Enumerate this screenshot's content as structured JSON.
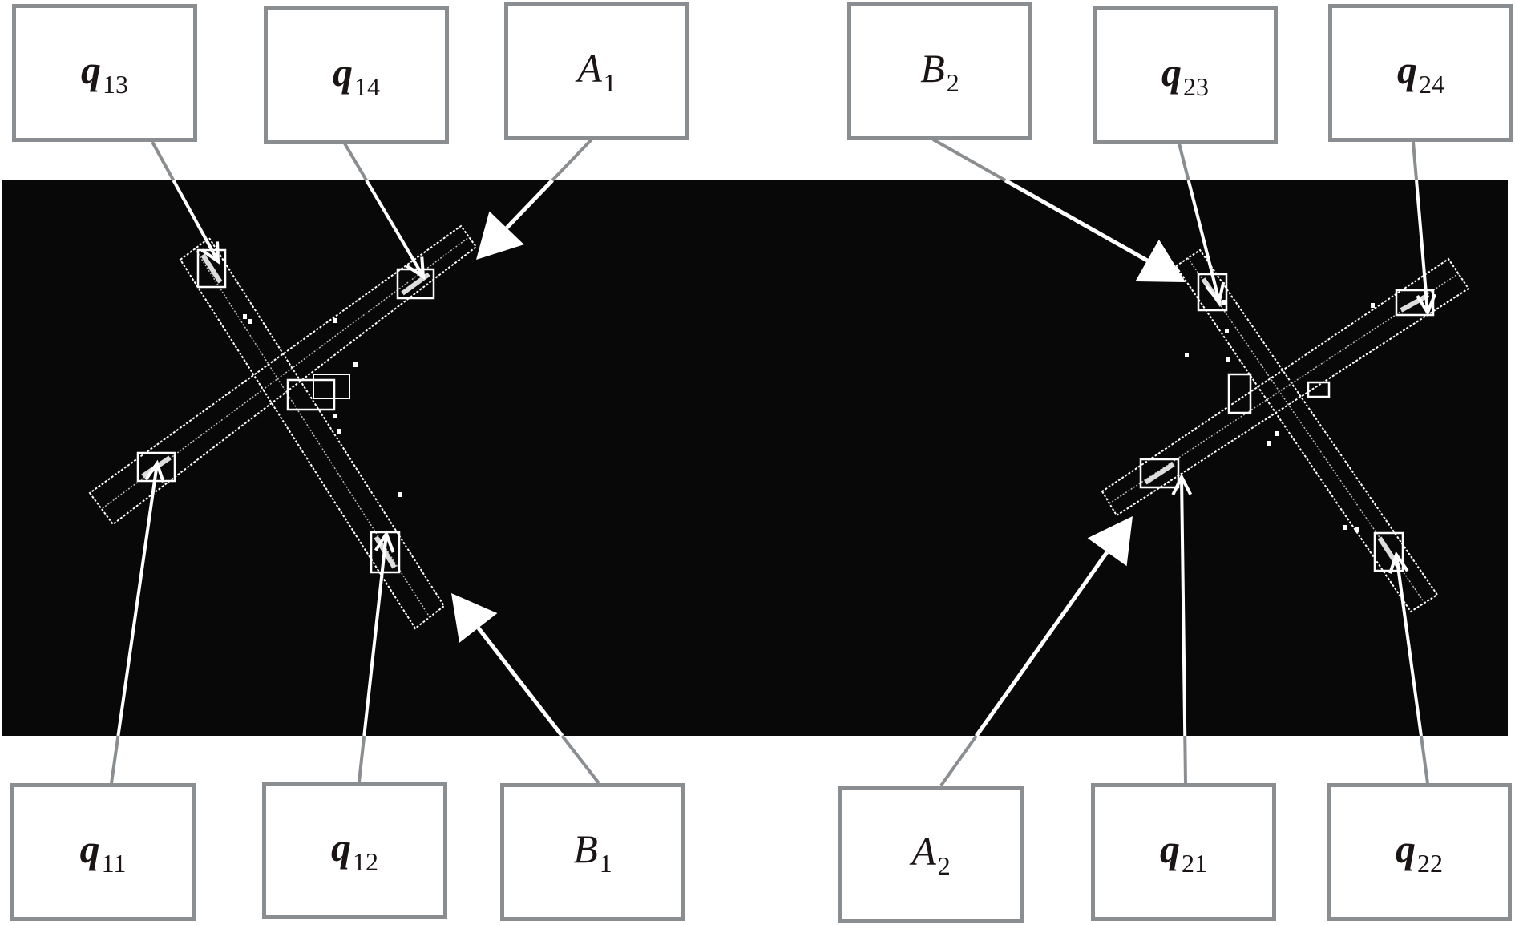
{
  "figure": {
    "description": "Binarized image with two crossing pairs of detected rectangles, annotated with callout labels",
    "background_band_color": "#080808",
    "box_border_color": "#8b8e91",
    "annotation_color": "#ffffff"
  },
  "labels": {
    "q13": {
      "symbol": "q",
      "subscript": "13",
      "style": "bold-italic"
    },
    "q14": {
      "symbol": "q",
      "subscript": "14",
      "style": "bold-italic"
    },
    "A1": {
      "symbol": "A",
      "subscript": "1",
      "style": "italic"
    },
    "B2": {
      "symbol": "B",
      "subscript": "2",
      "style": "italic"
    },
    "q23": {
      "symbol": "q",
      "subscript": "23",
      "style": "bold-italic"
    },
    "q24": {
      "symbol": "q",
      "subscript": "24",
      "style": "bold-italic"
    },
    "q11": {
      "symbol": "q",
      "subscript": "11",
      "style": "bold-italic"
    },
    "q12": {
      "symbol": "q",
      "subscript": "12",
      "style": "bold-italic"
    },
    "B1": {
      "symbol": "B",
      "subscript": "1",
      "style": "italic"
    },
    "A2": {
      "symbol": "A",
      "subscript": "2",
      "style": "italic"
    },
    "q21": {
      "symbol": "q",
      "subscript": "21",
      "style": "bold-italic"
    },
    "q22": {
      "symbol": "q",
      "subscript": "22",
      "style": "bold-italic"
    }
  },
  "top_row": [
    "q13",
    "q14",
    "A1",
    "B2",
    "q23",
    "q24"
  ],
  "bottom_row": [
    "q11",
    "q12",
    "B1",
    "A2",
    "q21",
    "q22"
  ],
  "groups": [
    {
      "name": "left-crossing",
      "rectangles": [
        "A1",
        "B1"
      ],
      "corner_points": [
        "q11",
        "q12",
        "q13",
        "q14"
      ]
    },
    {
      "name": "right-crossing",
      "rectangles": [
        "A2",
        "B2"
      ],
      "corner_points": [
        "q21",
        "q22",
        "q23",
        "q24"
      ]
    }
  ]
}
